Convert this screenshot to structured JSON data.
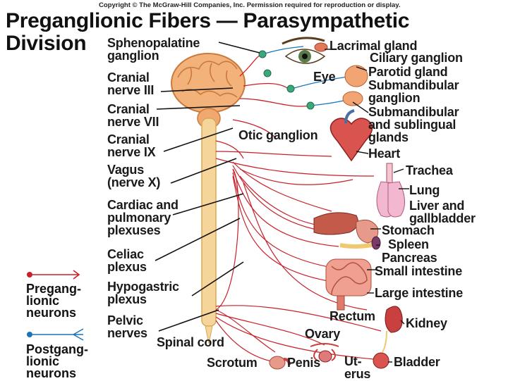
{
  "copyright": "Copyright © The McGraw-Hill Companies, Inc. Permission required for reproduction or display.",
  "title": {
    "line1": "Preganglionic Fibers — Parasympathetic",
    "line2": "Division"
  },
  "left_labels": [
    {
      "id": "sphenopalatine",
      "lines": [
        "Sphenopalatine",
        "ganglion"
      ]
    },
    {
      "id": "cn3",
      "lines": [
        "Cranial",
        "nerve III"
      ]
    },
    {
      "id": "cn7",
      "lines": [
        "Cranial",
        "nerve VII"
      ]
    },
    {
      "id": "cn9",
      "lines": [
        "Cranial",
        "nerve IX"
      ]
    },
    {
      "id": "vagus",
      "lines": [
        "Vagus",
        "(nerve X)"
      ]
    },
    {
      "id": "cardiac",
      "lines": [
        "Cardiac and",
        "pulmonary",
        "plexuses"
      ]
    },
    {
      "id": "celiac",
      "lines": [
        "Celiac",
        "plexus"
      ]
    },
    {
      "id": "hypogastric",
      "lines": [
        "Hypogastric",
        "plexus"
      ]
    },
    {
      "id": "pelvic",
      "lines": [
        "Pelvic",
        "nerves"
      ]
    }
  ],
  "center_labels": {
    "otic": "Otic ganglion",
    "eye": "Eye",
    "spinal_cord": "Spinal cord",
    "rectum": "Rectum",
    "ovary": "Ovary",
    "scrotum": "Scrotum",
    "penis": "Penis",
    "uterus": [
      "Ut-",
      "erus"
    ]
  },
  "right_labels": [
    {
      "id": "lacrimal",
      "text": "Lacrimal gland"
    },
    {
      "id": "ciliary",
      "text": "Ciliary ganglion"
    },
    {
      "id": "parotid",
      "text": "Parotid gland"
    },
    {
      "id": "submand-ganglion",
      "lines": [
        "Submandibular",
        "ganglion"
      ]
    },
    {
      "id": "submand-glands",
      "lines": [
        "Submandibular",
        "and sublingual",
        "glands"
      ]
    },
    {
      "id": "heart",
      "text": "Heart"
    },
    {
      "id": "trachea",
      "text": "Trachea"
    },
    {
      "id": "lung",
      "text": "Lung"
    },
    {
      "id": "liver",
      "lines": [
        "Liver and",
        "gallbladder"
      ]
    },
    {
      "id": "stomach",
      "text": "Stomach"
    },
    {
      "id": "spleen",
      "text": "Spleen"
    },
    {
      "id": "pancreas",
      "text": "Pancreas"
    },
    {
      "id": "small-int",
      "text": "Small intestine"
    },
    {
      "id": "large-int",
      "text": "Large intestine"
    },
    {
      "id": "kidney",
      "text": "Kidney"
    },
    {
      "id": "bladder",
      "text": "Bladder"
    }
  ],
  "legend": {
    "pre": [
      "Pregang-",
      "lionic",
      "neurons"
    ],
    "post": [
      "Postgang-",
      "lionic",
      "neurons"
    ],
    "pre_color": "#c8202a",
    "post_color": "#1a74b8"
  },
  "colors": {
    "nerve": "#c8202a",
    "ganglion": "#3aa87a",
    "brain": "#f2b27a",
    "cord": "#f5d59a",
    "organ": "#d9534f"
  }
}
